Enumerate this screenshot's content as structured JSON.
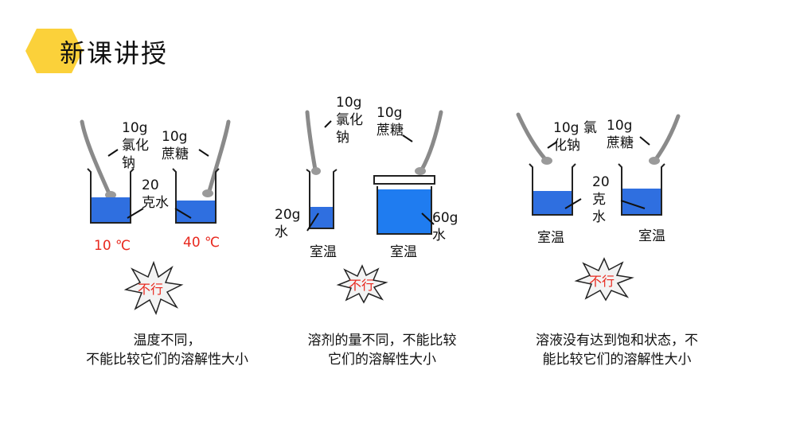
{
  "header": {
    "title": "新课讲授",
    "accent_color": "#fbd13a"
  },
  "panel1": {
    "label_nacl": [
      "10g",
      "氯化",
      "钠"
    ],
    "label_sugar": [
      "10g",
      "蔗糖"
    ],
    "label_water": [
      "20",
      "克水"
    ],
    "temp_left": "10 ℃",
    "temp_right": "40 ℃",
    "badge": "不行",
    "caption": [
      "温度不同，",
      "不能比较它们的溶解性大小"
    ]
  },
  "panel2": {
    "label_nacl": [
      "10g",
      "氯化",
      "钠"
    ],
    "label_sugar": [
      "10g",
      "蔗糖"
    ],
    "label_water_left": [
      "20g",
      "水"
    ],
    "label_water_right": [
      "60g",
      "水"
    ],
    "room_left": "室温",
    "room_right": "室温",
    "badge": "不行",
    "caption": [
      "溶剂的量不同，不能比较",
      "它们的溶解性大小"
    ]
  },
  "panel3": {
    "label_nacl": [
      "10g 氯",
      "化钠"
    ],
    "label_sugar": [
      "10g",
      "蔗糖"
    ],
    "label_water": [
      "20",
      "克",
      "水"
    ],
    "room_left": "室温",
    "room_right": "室温",
    "badge": "不行",
    "caption": [
      "溶液没有达到饱和状态，不",
      "能比较它们的溶解性大小"
    ]
  },
  "colors": {
    "liquid": "#2f6fe0",
    "liquid_bright": "#1f7cf0",
    "warning": "#e8281e"
  }
}
